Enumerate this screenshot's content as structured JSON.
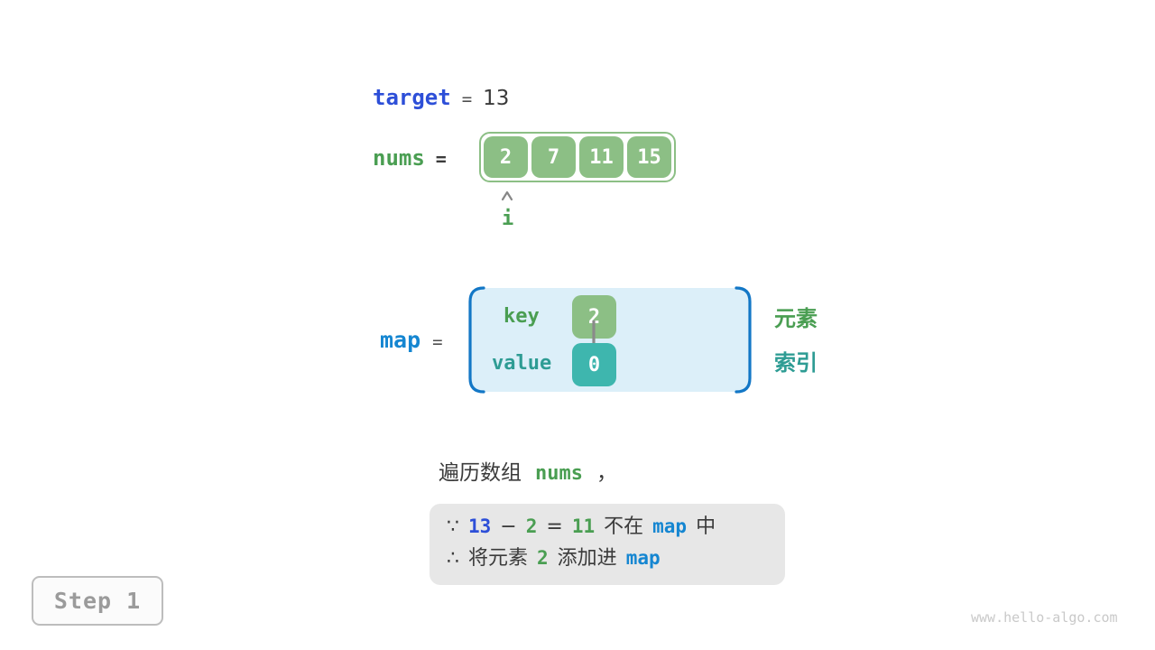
{
  "palette": {
    "green_fill": "#8CBF85",
    "green_text": "#4A9E52",
    "teal_fill": "#3EB6AE",
    "teal_text": "#2E9C94",
    "royal_blue": "#2D4FD8",
    "azure_blue": "#1586D1",
    "bracket_blue": "#1377C6",
    "map_fill": "#DCEFF9",
    "dark_text": "#3B3B3B",
    "arrow_gray": "#878787",
    "note_bg": "#E7E7E7",
    "step_gray": "#9B9B9B",
    "watermark_gray": "#C9C9C9"
  },
  "target_row": {
    "label": "target",
    "equals": "=",
    "value": "13"
  },
  "nums_row": {
    "label": "nums",
    "equals": "=",
    "cells": [
      "2",
      "7",
      "11",
      "15"
    ],
    "pointer_label": "i"
  },
  "map_row": {
    "label": "map",
    "equals": "=",
    "key_label": "key",
    "key_value": "2",
    "value_label": "value",
    "value_value": "0",
    "element_label": "元素",
    "index_label": "索引"
  },
  "caption": {
    "text": "遍历数组",
    "code": "nums",
    "comma": "，"
  },
  "note_box": {
    "line1": {
      "prefix": "∵",
      "num1": "13",
      "op1": "−",
      "num2": "2",
      "op2": "=",
      "num3": "11",
      "text1": "不在",
      "code1": "map",
      "text2": "中"
    },
    "line2": {
      "prefix": "∴",
      "text1": "将元素",
      "num1": "2",
      "text2": "添加进",
      "code1": "map"
    }
  },
  "step_badge": "Step 1",
  "watermark": "www.hello-algo.com"
}
